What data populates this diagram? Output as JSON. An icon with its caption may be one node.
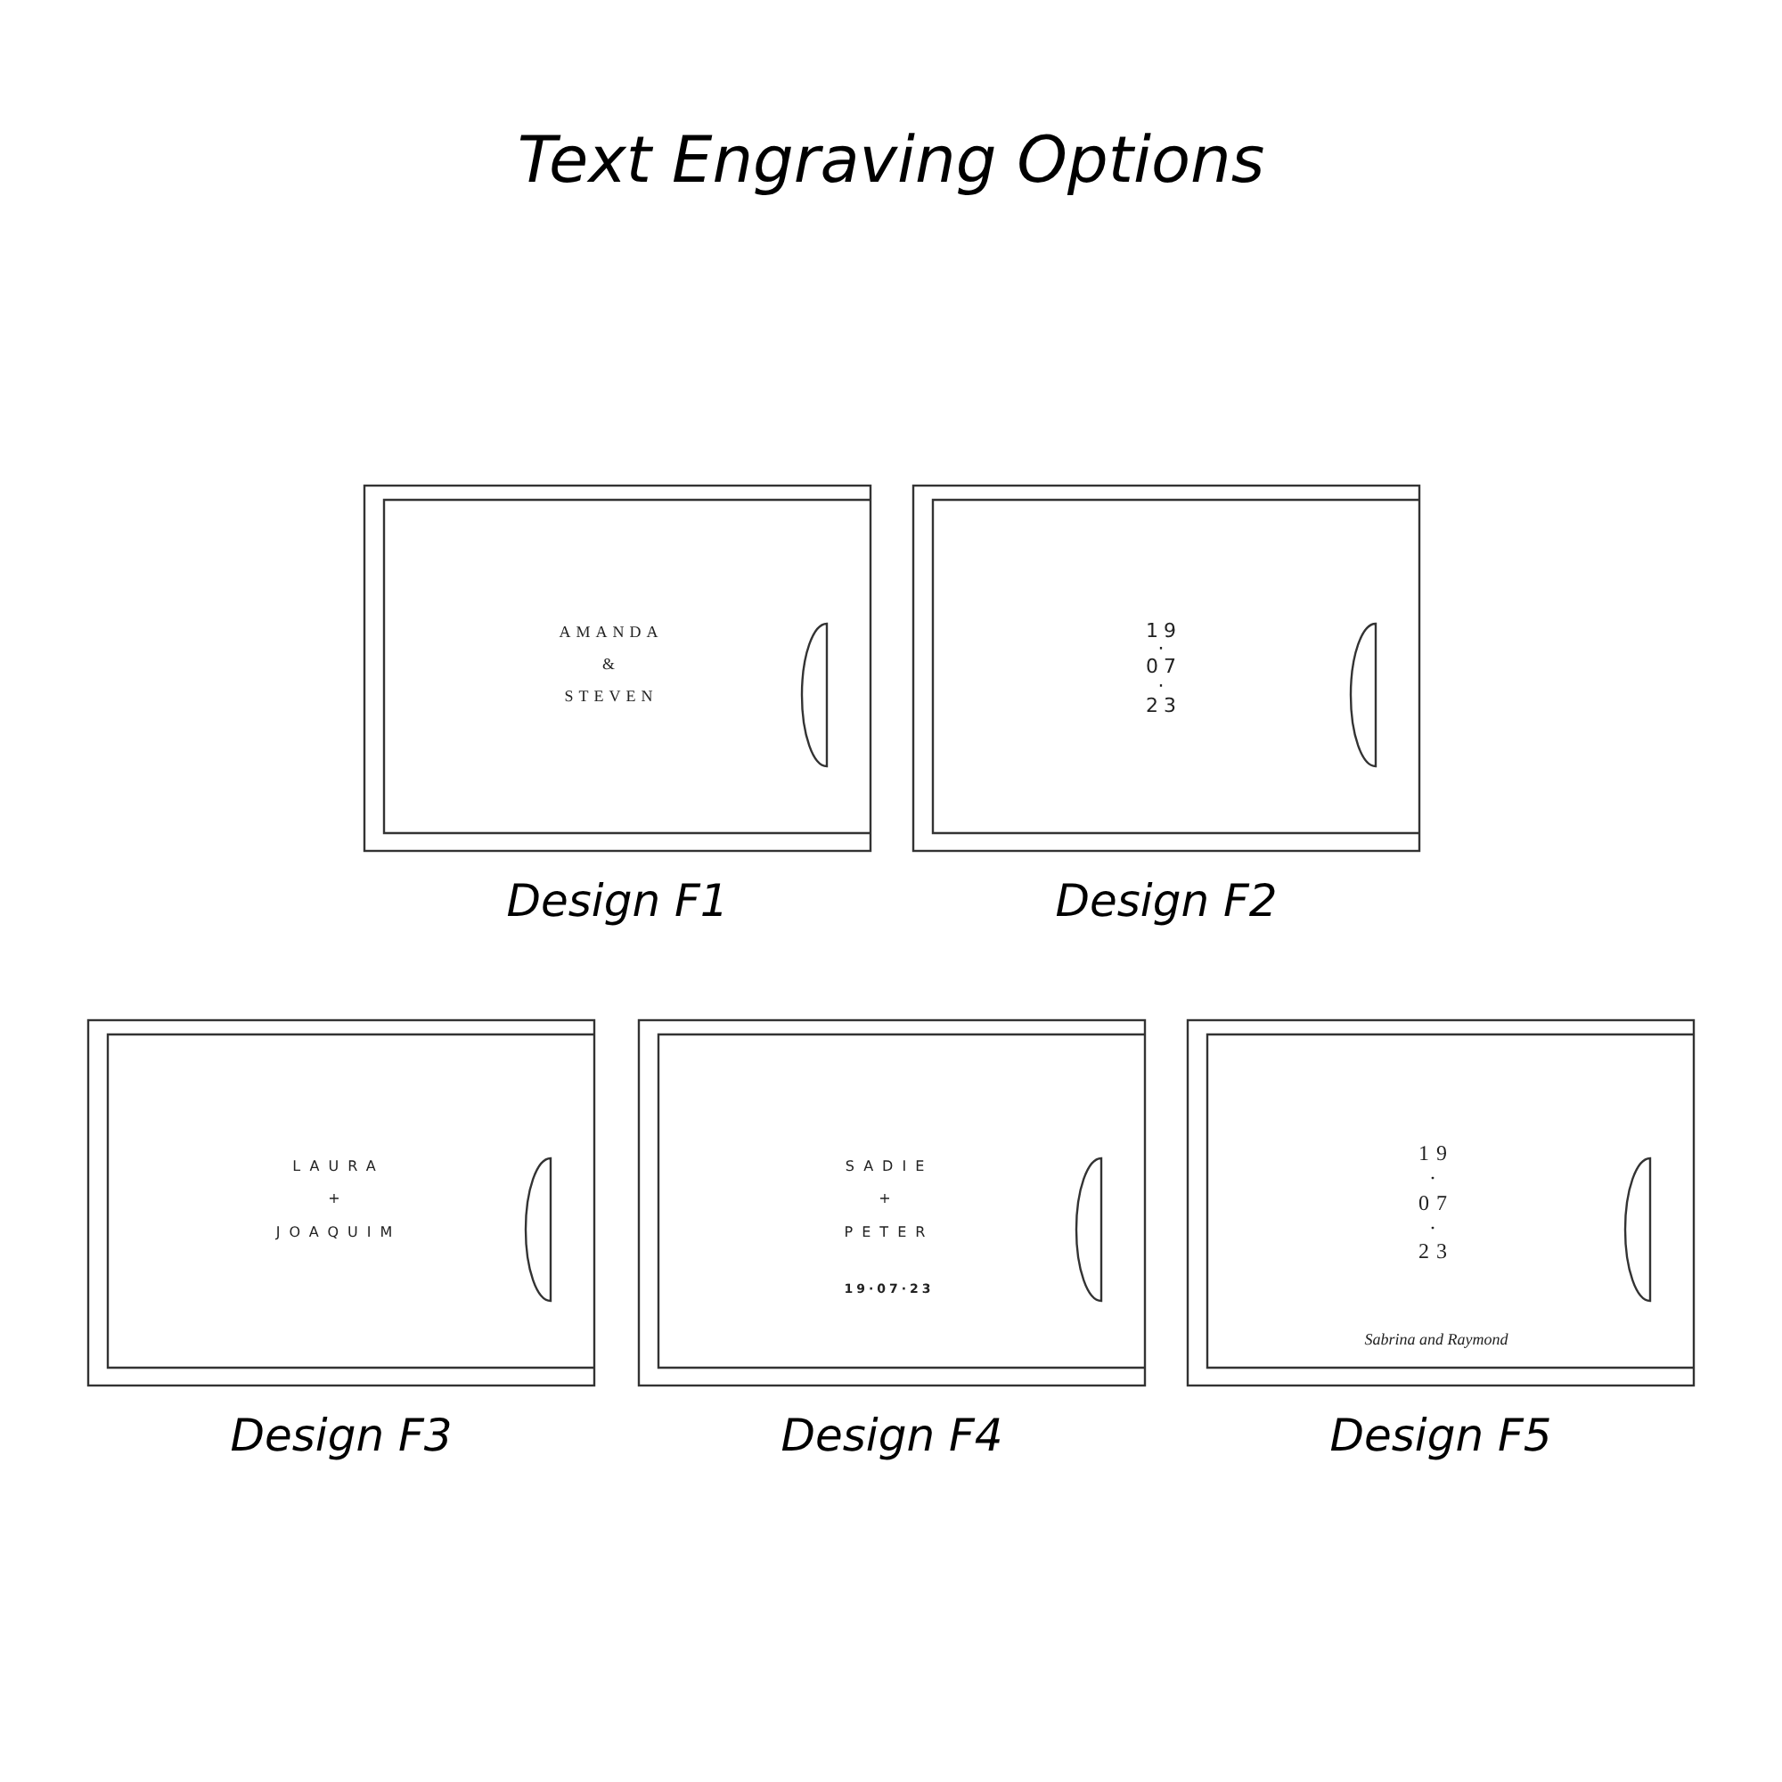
{
  "diagram": {
    "title": "Text Engraving Options",
    "nodes": [
      {
        "text": [
          "AMANDA",
          "&",
          "STEVEN"
        ],
        "beside": [
          "Design F1"
        ]
      },
      {
        "text": [
          "19",
          "·",
          "07",
          "·",
          "23"
        ],
        "beside": [
          "Design F2"
        ]
      },
      {
        "text": [
          "LAURA",
          "+",
          "JOAQUIM"
        ],
        "beside": [
          "Design F3"
        ]
      },
      {
        "text": [
          "SADIE",
          "+",
          "PETER",
          "19·07·23"
        ],
        "beside": [
          "Design F4"
        ]
      },
      {
        "text": [
          "19",
          "·",
          "07",
          "·",
          "23",
          "Sabrina and Raymond"
        ],
        "beside": [
          "Design F5"
        ]
      }
    ]
  }
}
